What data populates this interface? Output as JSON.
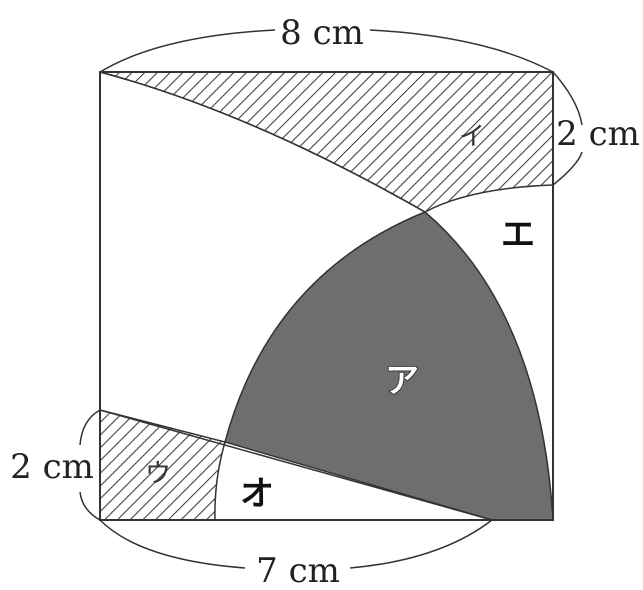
{
  "dimensions": {
    "top": "8 cm",
    "right": "2 cm",
    "left": "2 cm",
    "bottom": "7 cm"
  },
  "regions": {
    "a": "ア",
    "i": "イ",
    "u": "ウ",
    "e": "エ",
    "o": "オ"
  },
  "colors": {
    "shaded_region": "#6e6e6e",
    "hatch": "#444444",
    "outline": "#333333"
  }
}
